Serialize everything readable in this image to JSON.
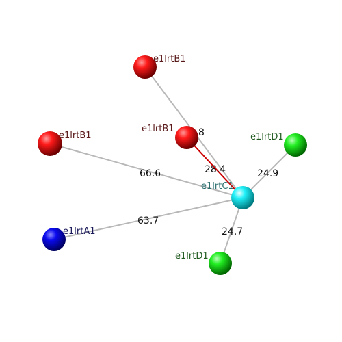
{
  "atoms": {
    "b1_top": {
      "label": "e1lrtB1",
      "color": "#ff0000",
      "label_color": "#5a1a1a"
    },
    "b1_mid": {
      "label": "e1lrtB1",
      "color": "#ff0000",
      "label_color": "#5a1a1a"
    },
    "b1_left": {
      "label": "e1lrtB1",
      "color": "#ff0000",
      "label_color": "#5a1a1a"
    },
    "c1": {
      "label": "e1lrtC1",
      "color": "#00e5ee",
      "label_color": "#2a6e6e"
    },
    "d1_right": {
      "label": "e1lrtD1",
      "color": "#00ee00",
      "label_color": "#1f5a1f"
    },
    "d1_bottom": {
      "label": "e1lrtD1",
      "color": "#00ee00",
      "label_color": "#1f5a1f"
    },
    "a1": {
      "label": "e1lrtA1",
      "color": "#0000ee",
      "label_color": "#1a1a5a"
    }
  },
  "distances": {
    "c1_b1_left": "66.6",
    "c1_a1": "63.7",
    "c1_b1_mid": "28.4",
    "c1_d1_right": "24.9",
    "c1_d1_bottom": "24.7",
    "c1_b1_top_partial": "8"
  },
  "colors": {
    "bond": "#b8b8b8",
    "highlight_bond": "#cc0000"
  }
}
